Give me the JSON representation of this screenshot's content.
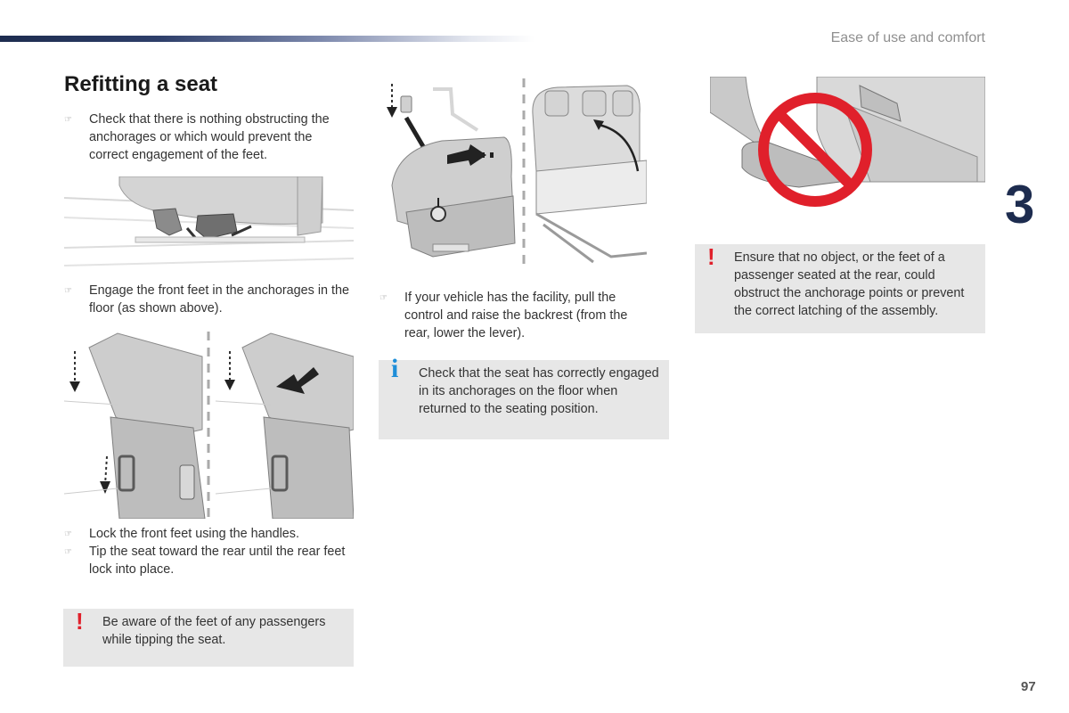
{
  "header": {
    "section": "Ease of use and comfort",
    "chapter": "3",
    "page_number": "97"
  },
  "title": "Refitting a seat",
  "bullet_symbol": "☞",
  "col1": {
    "step1": "Check that there is nothing obstructing the anchorages or which would prevent the correct engagement of the feet.",
    "step2": "Engage the front feet in the anchorages in the floor (as shown above).",
    "step3": "Lock the front feet using the handles.",
    "step4": "Tip the seat toward the rear until the rear feet lock into place.",
    "warning": "Be aware of the feet of any passengers while tipping the seat."
  },
  "col2": {
    "step1": "If your vehicle has the facility, pull the control and raise the backrest (from the rear, lower the lever).",
    "info": "Check that the seat has correctly engaged in its anchorages on the floor when returned to the seating position."
  },
  "col3": {
    "warning": "Ensure that no object, or the feet of a passenger seated at the rear, could obstruct the anchorage points or prevent the correct latching of the assembly."
  },
  "icons": {
    "warning": "!",
    "info": "i"
  },
  "colors": {
    "brand_navy": "#1d2c4f",
    "warning_red": "#e0202b",
    "info_blue": "#1f8ed8",
    "box_grey": "#e7e7e7",
    "prohibit_red": "#e0202b"
  }
}
